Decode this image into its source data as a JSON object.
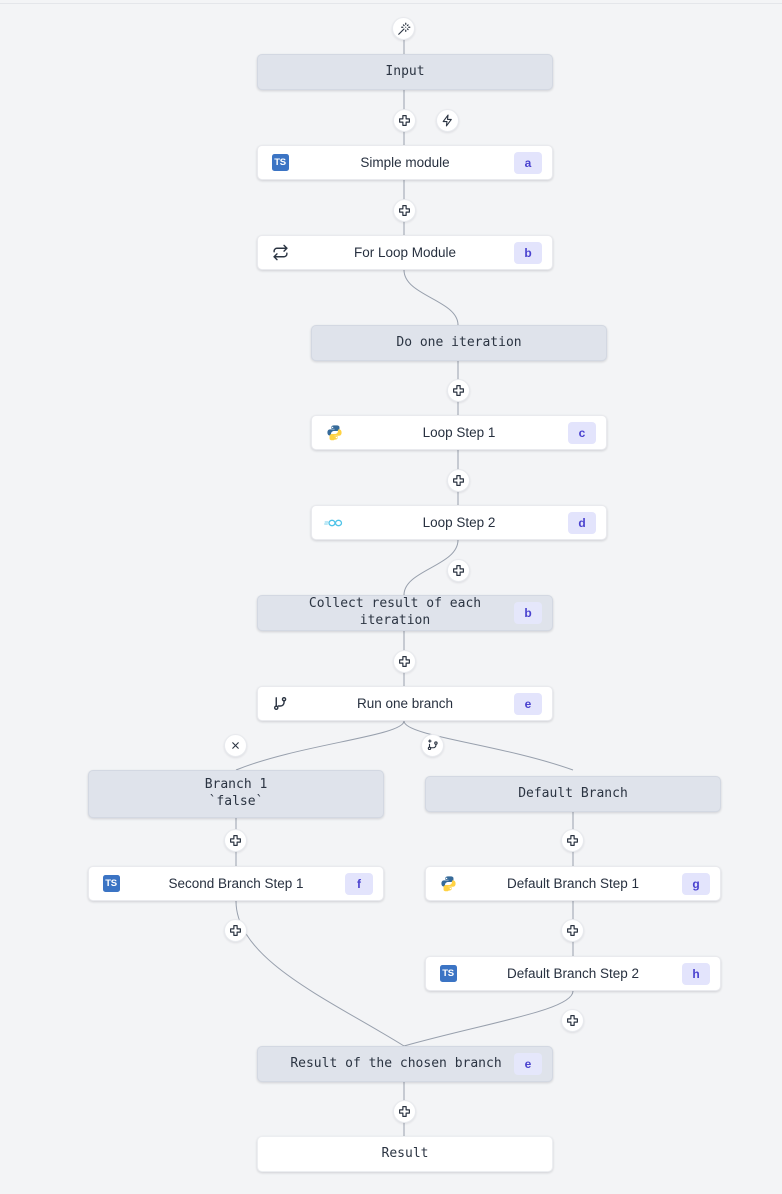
{
  "diagram": {
    "title": "Workflow flowchart",
    "colors": {
      "canvas_bg": "#f3f4f6",
      "frame_bg": "#dfe3eb",
      "step_bg": "#ffffff",
      "badge_bg": "#e3e4fc",
      "badge_text": "#4a42cf",
      "edge_stroke": "#98a0ad",
      "ts_blue": "#3b74c4",
      "go_cyan": "#4fc3e8",
      "python_blue": "#366a99",
      "python_yellow": "#ffd243"
    },
    "nodes": [
      {
        "id": "trigger",
        "kind": "handle-top",
        "icon": "magic-wand-icon",
        "label": ""
      },
      {
        "id": "input",
        "kind": "frame",
        "label": "Input",
        "icon": "",
        "badge": ""
      },
      {
        "id": "simple-module",
        "kind": "step",
        "label": "Simple module",
        "icon": "typescript-icon",
        "badge": "a"
      },
      {
        "id": "for-loop",
        "kind": "step",
        "label": "For Loop Module",
        "icon": "loop-icon",
        "badge": "b"
      },
      {
        "id": "do-iteration",
        "kind": "frame",
        "label": "Do one iteration",
        "icon": "",
        "badge": ""
      },
      {
        "id": "loop-step-1",
        "kind": "step",
        "label": "Loop Step 1",
        "icon": "python-icon",
        "badge": "c"
      },
      {
        "id": "loop-step-2",
        "kind": "step",
        "label": "Loop Step 2",
        "icon": "go-icon",
        "badge": "d"
      },
      {
        "id": "collect",
        "kind": "frame",
        "label": "Collect result of each iteration",
        "icon": "",
        "badge": "b"
      },
      {
        "id": "run-branch",
        "kind": "step",
        "label": "Run one branch",
        "icon": "git-branch-icon",
        "badge": "e"
      },
      {
        "id": "branch-1",
        "kind": "frame",
        "label": "Branch 1\n`false`",
        "icon": "",
        "badge": ""
      },
      {
        "id": "default-branch",
        "kind": "frame",
        "label": "Default Branch",
        "icon": "",
        "badge": ""
      },
      {
        "id": "second-step-1",
        "kind": "step",
        "label": "Second Branch Step 1",
        "icon": "typescript-icon",
        "badge": "f"
      },
      {
        "id": "default-step-1",
        "kind": "step",
        "label": "Default Branch Step 1",
        "icon": "python-icon",
        "badge": "g"
      },
      {
        "id": "default-step-2",
        "kind": "step",
        "label": "Default Branch Step 2",
        "icon": "typescript-icon",
        "badge": "h"
      },
      {
        "id": "chosen-result",
        "kind": "frame",
        "label": "Result of the chosen branch",
        "icon": "",
        "badge": "e"
      },
      {
        "id": "result",
        "kind": "plain",
        "label": "Result",
        "icon": "",
        "badge": ""
      }
    ],
    "handles": [
      {
        "id": "add-after-input",
        "icon": "plus-icon"
      },
      {
        "id": "trigger-after-input",
        "icon": "lightning-icon"
      },
      {
        "id": "add-after-simple-module",
        "icon": "plus-icon"
      },
      {
        "id": "add-after-do-iteration",
        "icon": "plus-icon"
      },
      {
        "id": "add-after-loop-step-1",
        "icon": "plus-icon"
      },
      {
        "id": "add-after-loop-step-2",
        "icon": "plus-icon"
      },
      {
        "id": "add-after-collect",
        "icon": "plus-icon"
      },
      {
        "id": "delete-branch-1",
        "icon": "close-icon"
      },
      {
        "id": "add-branch",
        "icon": "branch-plus-icon"
      },
      {
        "id": "add-after-branch-1",
        "icon": "plus-icon"
      },
      {
        "id": "add-after-default-branch",
        "icon": "plus-icon"
      },
      {
        "id": "add-after-second-step-1",
        "icon": "plus-icon"
      },
      {
        "id": "add-after-default-step-1",
        "icon": "plus-icon"
      },
      {
        "id": "add-after-default-step-2",
        "icon": "plus-icon"
      },
      {
        "id": "add-after-chosen-result",
        "icon": "plus-icon"
      }
    ]
  }
}
